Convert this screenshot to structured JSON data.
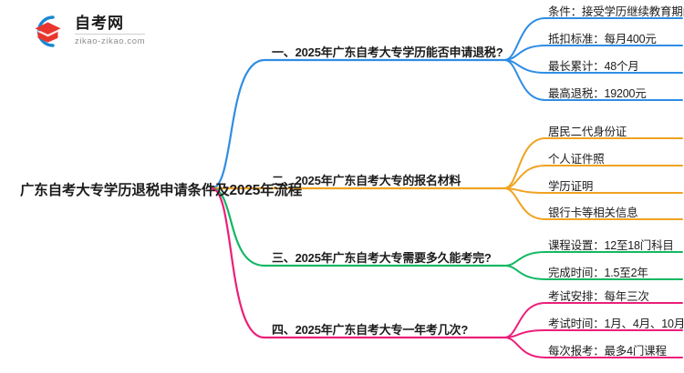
{
  "logo": {
    "name": "zikao-logo",
    "title": "自考网",
    "subtitle": "zikao-zikao.com",
    "arc_color": "#1a86d0",
    "cap_color": "#e8352e"
  },
  "mindmap": {
    "root": {
      "label": "广东自考大专学历退税申请条件及2025年流程"
    },
    "branches": [
      {
        "label": "一、2025年广东自考大专学历能否申请退税?",
        "color": "#2f8de4",
        "leaves": [
          "条件：接受学历继续教育期间",
          "抵扣标准：每月400元",
          "最长累计：48个月",
          "最高退税：19200元"
        ]
      },
      {
        "label": "二、2025年广东自考大专的报名材料",
        "color": "#f0a322",
        "leaves": [
          "居民二代身份证",
          "个人证件照",
          "学历证明",
          "银行卡等相关信息"
        ]
      },
      {
        "label": "三、2025年广东自考大专需要多久能考完?",
        "color": "#12b863",
        "leaves": [
          "课程设置：12至18门科目",
          "完成时间：1.5至2年"
        ]
      },
      {
        "label": "四、2025年广东自考大专一年考几次?",
        "color": "#ec1e79",
        "leaves": [
          "考试安排：每年三次",
          "考试时间：1月、4月、10月",
          "每次报考：最多4门课程"
        ]
      }
    ]
  }
}
